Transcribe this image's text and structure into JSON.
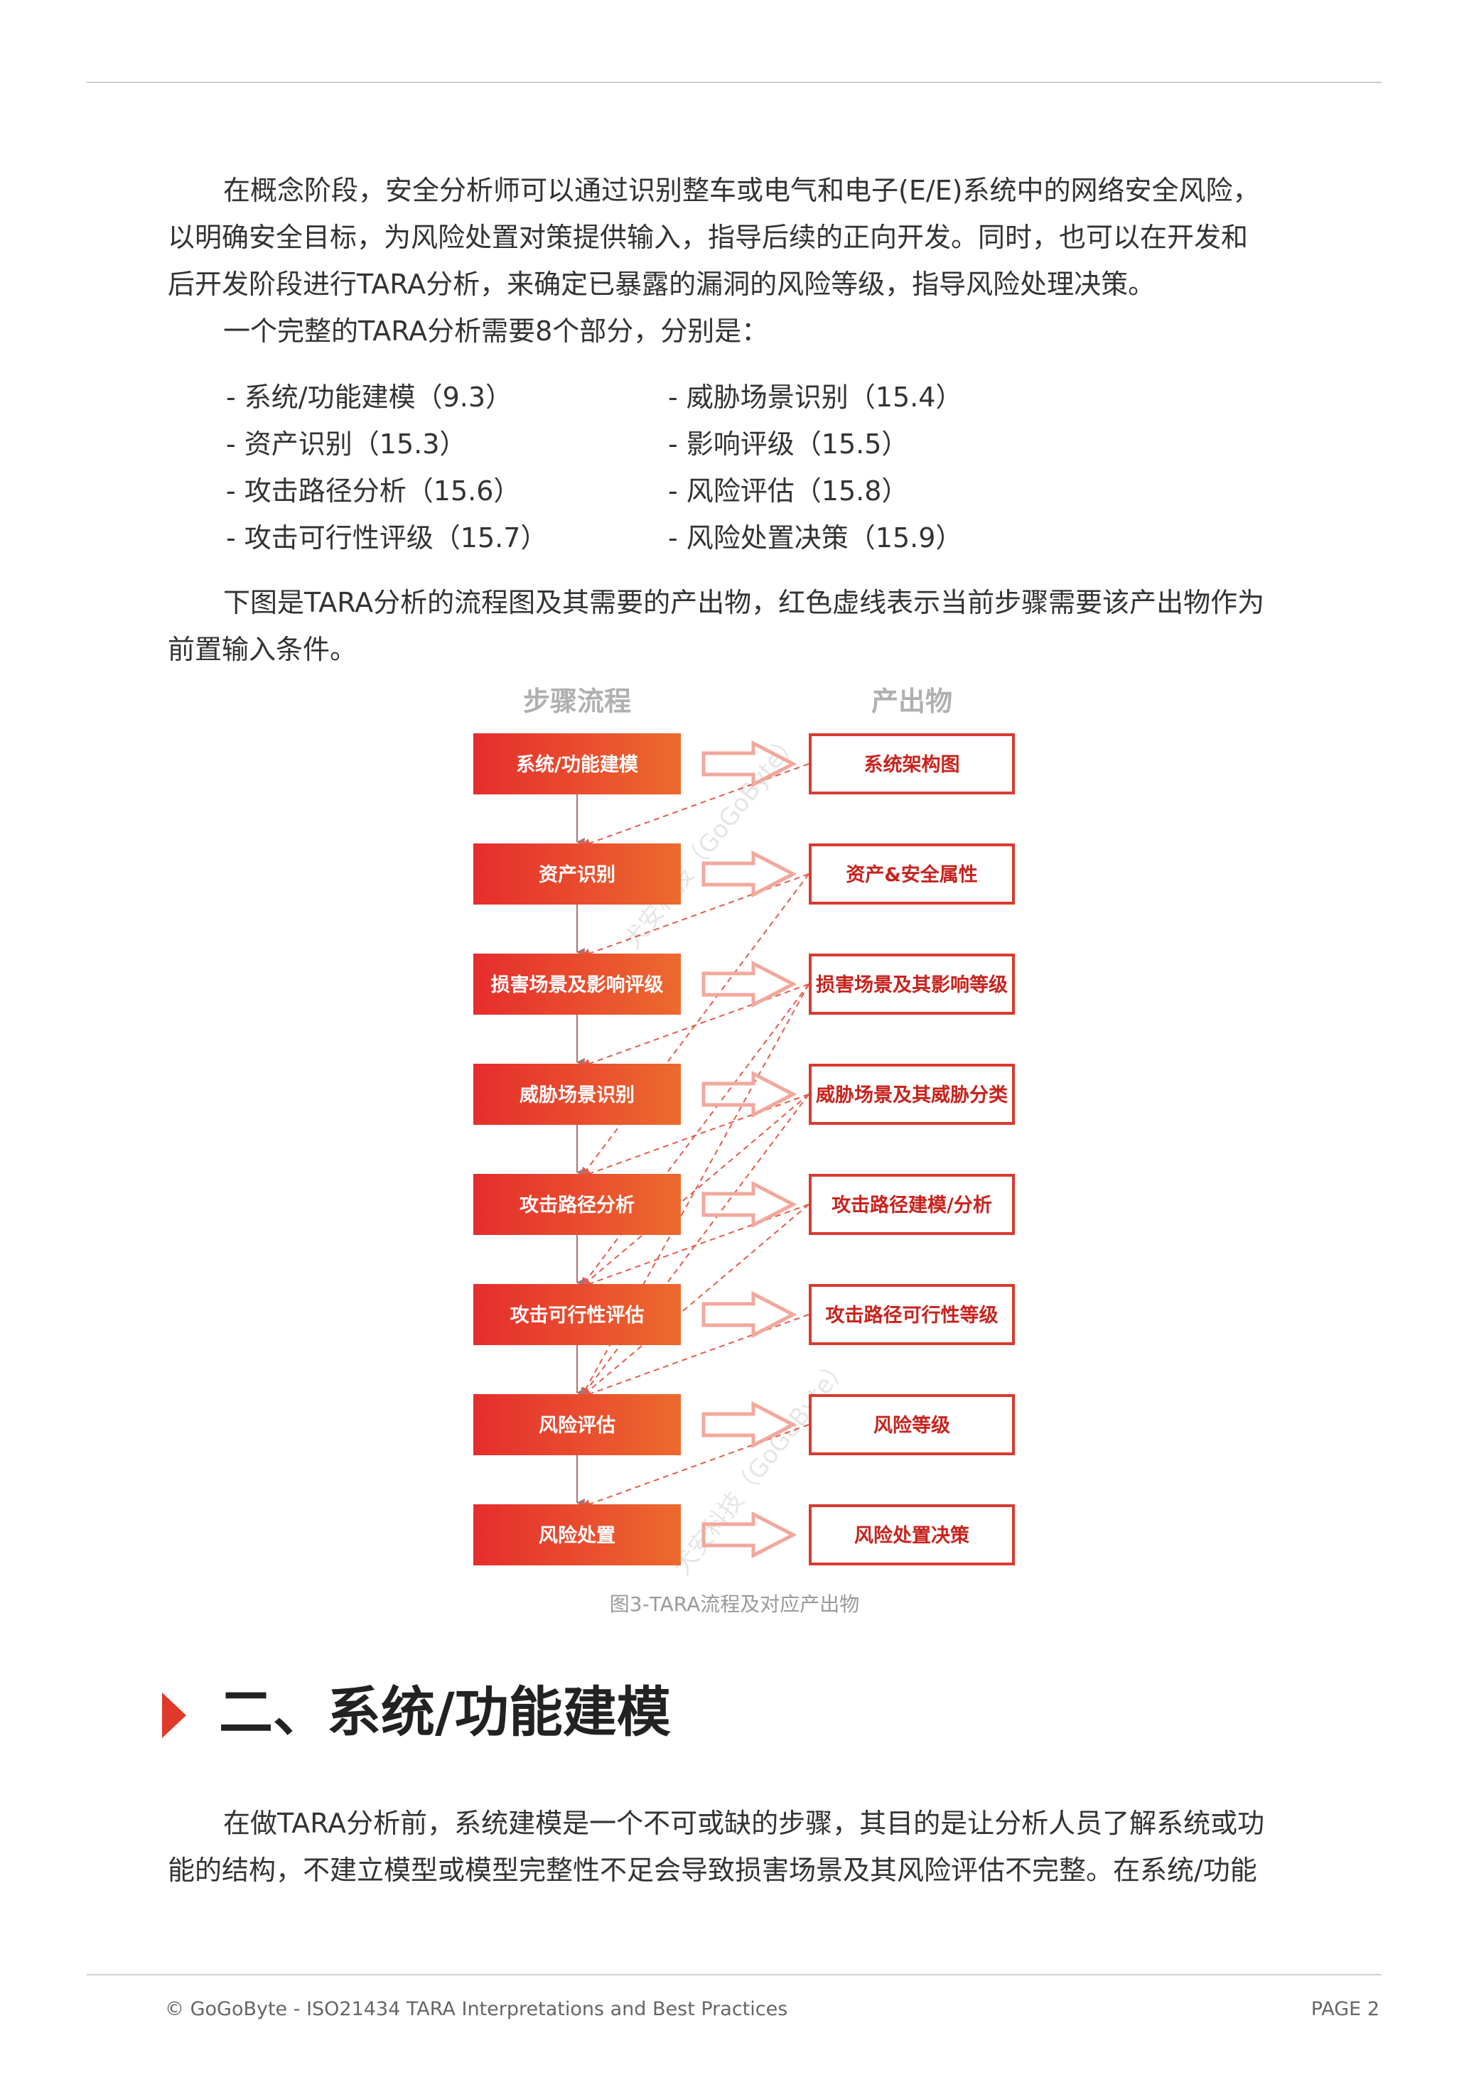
{
  "intro": {
    "para1": [
      "在概念阶段，安全分析师可以通过识别整车或电气和电子(E/E)系统中的网络安全风险，",
      "以明确安全目标，为风险处置对策提供输入，指导后续的正向开发。同时，也可以在开发和",
      "后开发阶段进行TARA分析，来确定已暴露的漏洞的风险等级，指导风险处理决策。"
    ],
    "para2": "一个完整的TARA分析需要8个部分，分别是："
  },
  "parts": [
    "- 系统/功能建模（9.3）",
    "- 威胁场景识别（15.4）",
    "- 资产识别（15.3）",
    "- 影响评级（15.5）",
    "- 攻击路径分析（15.6）",
    "- 风险评估（15.8）",
    "- 攻击可行性评级（15.7）",
    "- 风险处置决策（15.9）"
  ],
  "figure_intro": [
    "下图是TARA分析的流程图及其需要的产出物，红色虚线表示当前步骤需要该产出物作为",
    "前置输入条件。"
  ],
  "diagram": {
    "left_header": "步骤流程",
    "right_header": "产出物",
    "steps": [
      "系统/功能建模",
      "资产识别",
      "损害场景及影响评级",
      "威胁场景识别",
      "攻击路径分析",
      "攻击可行性评估",
      "风险评估",
      "风险处置"
    ],
    "outputs": [
      "系统架构图",
      "资产&安全属性",
      "损害场景及其影响等级",
      "威胁场景及其威胁分类",
      "攻击路径建模/分析",
      "攻击路径可行性等级",
      "风险等级",
      "风险处置决策"
    ],
    "watermarks": [
      "犬安科技（GoGoByte）",
      "犬安科技（GoGoByte）"
    ],
    "colors": {
      "step_start": "#e52d2d",
      "step_end": "#ec6a2e",
      "output_border": "#d93a2f",
      "output_text": "#c8231d",
      "arrow": "#f2a89c",
      "dash": "#e85a4a",
      "header": "#b0b0b0"
    }
  },
  "caption": "图3-TARA流程及对应产出物",
  "section": {
    "title": "二、系统/功能建模"
  },
  "section_para": [
    "在做TARA分析前，系统建模是一个不可或缺的步骤，其目的是让分析人员了解系统或功",
    "能的结构，不建立模型或模型完整性不足会导致损害场景及其风险评估不完整。在系统/功能"
  ],
  "footer": {
    "left": "© GoGoByte - ISO21434 TARA  Interpretations and Best Practices",
    "right": "PAGE 2"
  }
}
